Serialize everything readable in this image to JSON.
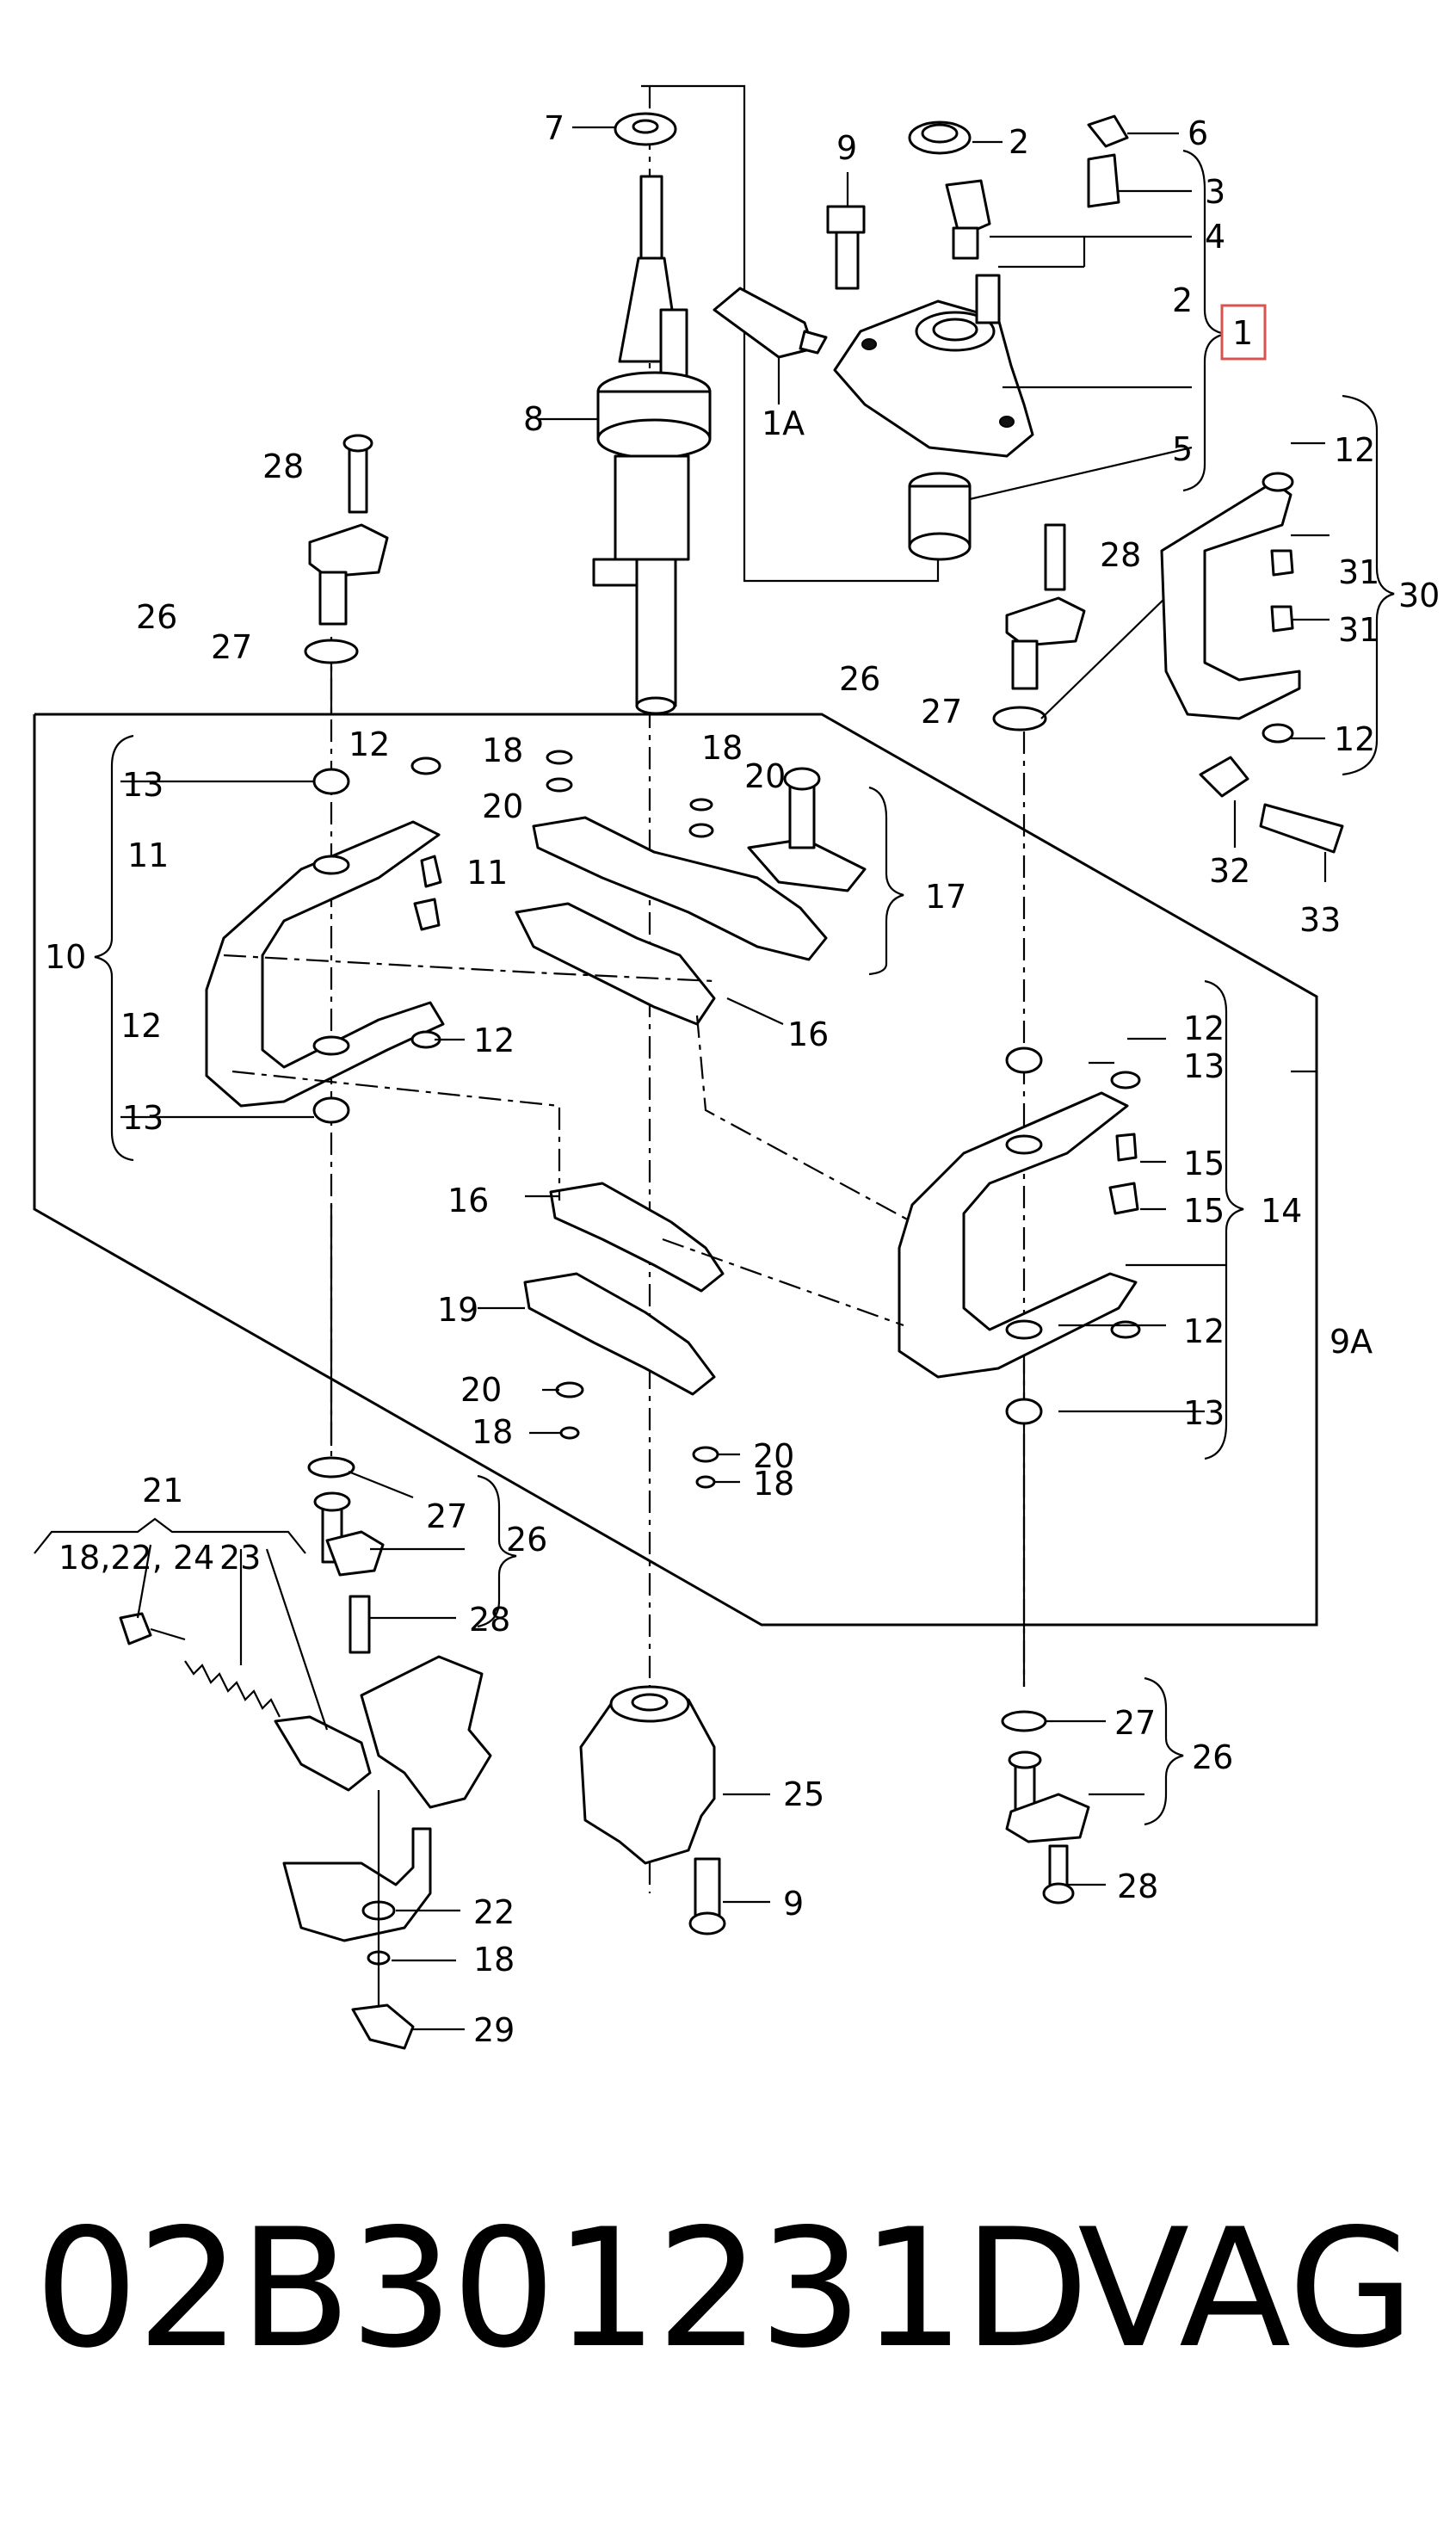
{
  "callouts": {
    "c_1": "1",
    "c_1a": "1A",
    "c_2a": "2",
    "c_2b": "2",
    "c_3": "3",
    "c_4": "4",
    "c_5": "5",
    "c_6": "6",
    "c_7": "7",
    "c_8": "8",
    "c_9a": "9",
    "c_9b": "9",
    "c_9A": "9A",
    "c_10": "10",
    "c_11a": "11",
    "c_11b": "11",
    "c_12a": "12",
    "c_12b": "12",
    "c_12c": "12",
    "c_12d": "12",
    "c_12e": "12",
    "c_12f": "12",
    "c_12g": "12",
    "c_13a": "13",
    "c_13b": "13",
    "c_13c": "13",
    "c_13d": "13",
    "c_14": "14",
    "c_15a": "15",
    "c_15b": "15",
    "c_16a": "16",
    "c_16b": "16",
    "c_17": "17",
    "c_18a": "18",
    "c_18b": "18",
    "c_18c": "18",
    "c_18d": "18",
    "c_18e": "18",
    "c_18f": "18,22, 24",
    "c_19": "19",
    "c_20a": "20",
    "c_20b": "20",
    "c_20c": "20",
    "c_20d": "20",
    "c_21": "21",
    "c_22": "22",
    "c_23": "23",
    "c_25": "25",
    "c_26a": "26",
    "c_26b": "26",
    "c_26c": "26",
    "c_26d": "26",
    "c_27a": "27",
    "c_27b": "27",
    "c_27c": "27",
    "c_27d": "27",
    "c_28a": "28",
    "c_28b": "28",
    "c_28c": "28",
    "c_28d": "28",
    "c_29": "29",
    "c_30": "30",
    "c_31a": "31",
    "c_31b": "31",
    "c_32": "32",
    "c_33": "33"
  },
  "highlight_color": "#d9534f",
  "footer": {
    "part_number": "02B301231D",
    "brand": "VAG"
  }
}
